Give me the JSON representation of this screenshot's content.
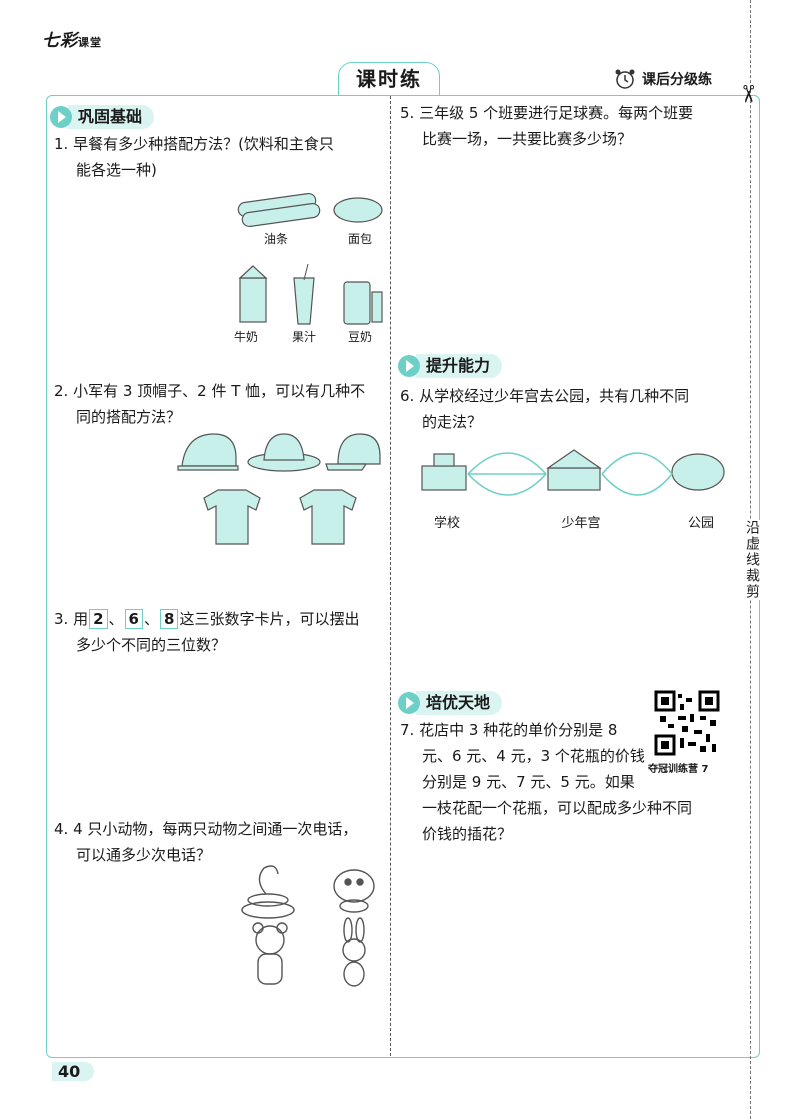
{
  "header": {
    "brand": "七彩",
    "brand_small": "课堂",
    "title": "课时练",
    "right_label": "课后分级练"
  },
  "sections": {
    "basic": "巩固基础",
    "improve": "提升能力",
    "excellent": "培优天地"
  },
  "q1": {
    "line1": "1. 早餐有多少种搭配方法？(饮料和主食只",
    "line2": "能各选一种)",
    "items": [
      "油条",
      "面包",
      "牛奶",
      "果汁",
      "豆奶"
    ]
  },
  "q2": {
    "line1": "2. 小军有 3 顶帽子、2 件 T 恤，可以有几种不",
    "line2": "同的搭配方法？"
  },
  "q3": {
    "prefix": "3. 用",
    "cards": [
      "2",
      "6",
      "8"
    ],
    "sep": "、",
    "suffix": "这三张数字卡片，可以摆出",
    "line2": "多少个不同的三位数？"
  },
  "q4": {
    "line1": "4. 4 只小动物，每两只动物之间通一次电话，",
    "line2": "可以通多少次电话？"
  },
  "q5": {
    "line1": "5. 三年级 5 个班要进行足球赛。每两个班要",
    "line2": "比赛一场，一共要比赛多少场？"
  },
  "q6": {
    "line1": "6. 从学校经过少年宫去公园，共有几种不同",
    "line2": "的走法？",
    "places": [
      "学校",
      "少年宫",
      "公园"
    ]
  },
  "q7": {
    "line1": "7. 花店中 3 种花的单价分别是 8",
    "line2": "元、6 元、4 元，3 个花瓶的价钱",
    "line3": "分别是 9 元、7 元、5 元。如果",
    "line4": "一枝花配一个花瓶，可以配成多少种不同",
    "line5": "价钱的插花？",
    "qr_caption": "夺冠训练营 7"
  },
  "cut_note": "沿虚线裁剪",
  "page_number": "40",
  "colors": {
    "accent": "#6dd0c6",
    "accent_light": "#d9f4f1"
  }
}
